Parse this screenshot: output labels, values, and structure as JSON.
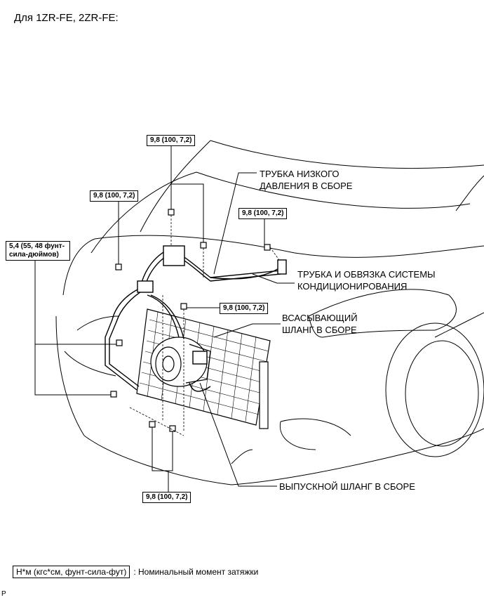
{
  "heading": "Для 1ZR-FE, 2ZR-FE:",
  "torque_labels": {
    "top": "9,8 (100, 7,2)",
    "upper_left": "9,8 (100, 7,2)",
    "upper_right": "9,8 (100, 7,2)",
    "left_multi": "5,4 (55, 48 фунт-сила-дюймов)",
    "middle_right": "9,8 (100, 7,2)",
    "bottom": "9,8 (100, 7,2)"
  },
  "part_labels": {
    "low_pressure_tube_line1": "ТРУБКА НИЗКОГО",
    "low_pressure_tube_line2": "ДАВЛЕНИЯ В СБОРЕ",
    "ac_tube_line1": "ТРУБКА И ОБВЯЗКА СИСТЕМЫ",
    "ac_tube_line2": "КОНДИЦИОНИРОВАНИЯ",
    "suction_hose_line1": "ВСАСЫВАЮЩИЙ",
    "suction_hose_line2": "ШЛАНГ В СБОРЕ",
    "discharge_hose": "ВЫПУСКНОЙ ШЛАНГ В СБОРЕ"
  },
  "legend": {
    "unit_box": "Н*м (кгс*см, фунт-сила-фут)",
    "description": ": Номинальный момент затяжки"
  },
  "page_letter": "P"
}
